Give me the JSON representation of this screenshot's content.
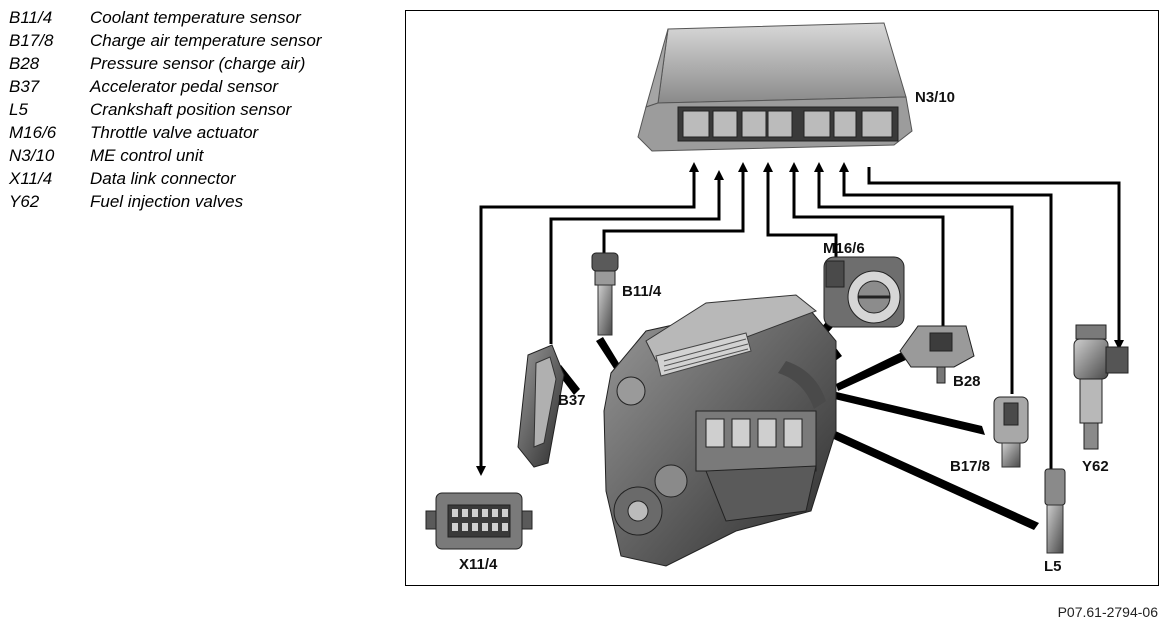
{
  "legend": [
    {
      "code": "B11/4",
      "desc": "Coolant temperature sensor"
    },
    {
      "code": "B17/8",
      "desc": "Charge air temperature sensor"
    },
    {
      "code": "B28",
      "desc": "Pressure sensor (charge air)"
    },
    {
      "code": "B37",
      "desc": "Accelerator pedal sensor"
    },
    {
      "code": "L5",
      "desc": "Crankshaft position sensor"
    },
    {
      "code": "M16/6",
      "desc": "Throttle valve actuator"
    },
    {
      "code": "N3/10",
      "desc": "ME control unit"
    },
    {
      "code": "X11/4",
      "desc": "Data link connector"
    },
    {
      "code": "Y62",
      "desc": "Fuel injection valves"
    }
  ],
  "labels": {
    "n3_10": "N3/10",
    "m16_6": "M16/6",
    "b11_4": "B11/4",
    "b28": "B28",
    "b37": "B37",
    "b17_8": "B17/8",
    "y62": "Y62",
    "x11_4": "X11/4",
    "l5": "L5"
  },
  "doc_ref": "P07.61-2794-06"
}
